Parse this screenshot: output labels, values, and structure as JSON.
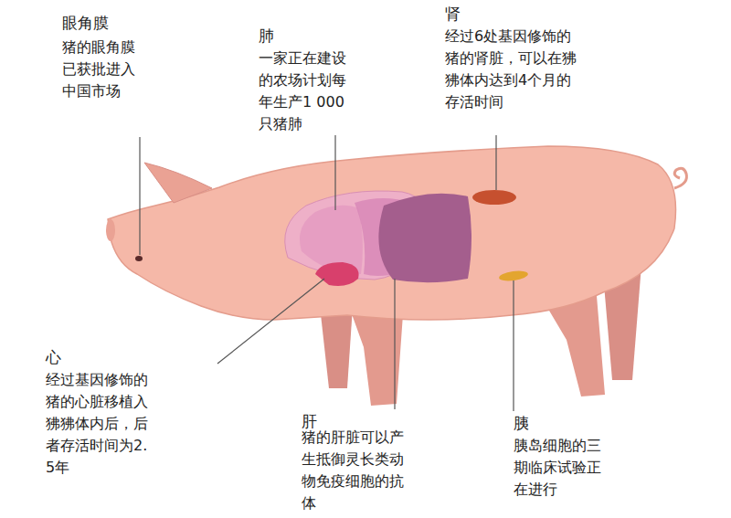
{
  "diagram": {
    "labels": [
      "眼角膜",
      "猪的眼角膜已获批进入中国市场",
      "肺",
      "一家正在建设的农场计划每年生产1 000只猪肺",
      "肾",
      "经过6处基因修饰的猪的肾脏，可以在狒狒体内达到4个月的存活时间",
      "心",
      "经过基因修饰的猪的心脏移植入狒狒体内后，后者存活时间为2.5年",
      "肝",
      "猪的肝脏可以产生抵御灵长类动物免疫细胞的抗体",
      "胰",
      "胰岛细胞的三期临床试验正在进行"
    ]
  }
}
